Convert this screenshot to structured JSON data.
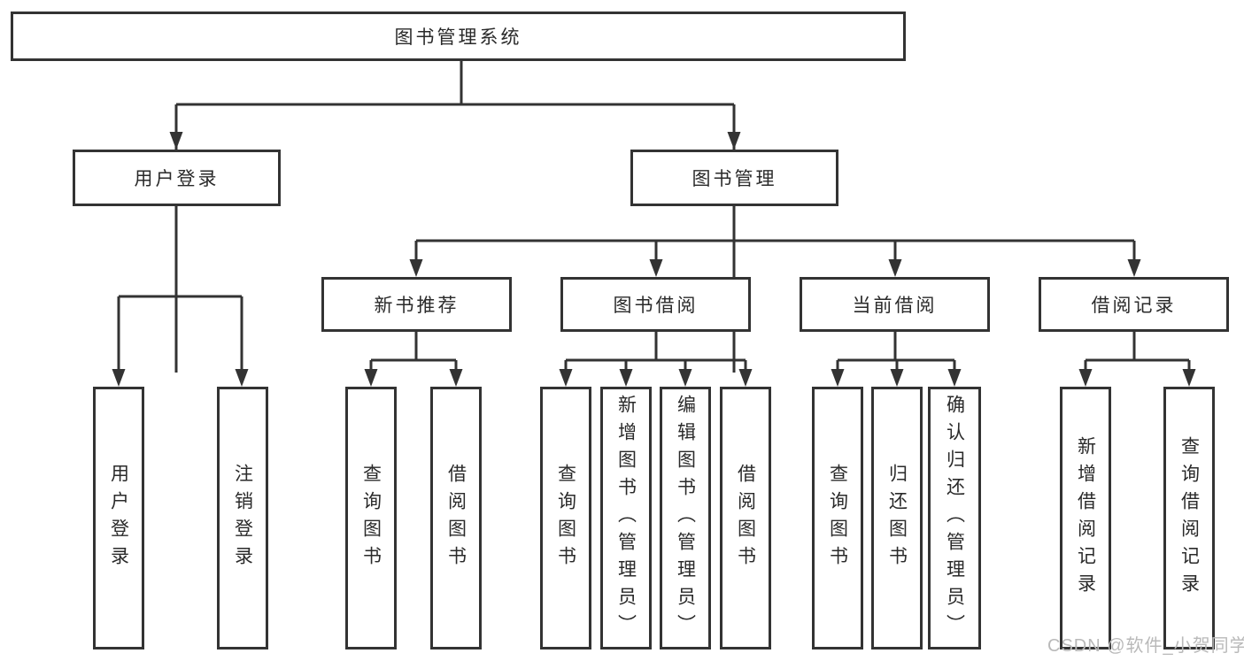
{
  "diagram_type": "hierarchy-tree",
  "colors": {
    "line": "#333333",
    "box_border": "#333333",
    "box_fill": "#ffffff",
    "text": "#2a2a2a",
    "watermark": "#b9b9b9",
    "background": "#ffffff"
  },
  "tree": {
    "root": "图书管理系统",
    "user_login": {
      "label": "用户登录",
      "children": {
        "login": "用户登录",
        "logout": "注销登录"
      }
    },
    "book_mgmt": {
      "label": "图书管理",
      "new_book": {
        "label": "新书推荐",
        "children": {
          "query": "查询图书",
          "borrow": "借阅图书"
        }
      },
      "borrow": {
        "label": "图书借阅",
        "children": {
          "query": "查询图书",
          "add": "新增图书（管理员）",
          "edit": "编辑图书（管理员）",
          "borrow": "借阅图书"
        }
      },
      "current": {
        "label": "当前借阅",
        "children": {
          "query": "查询图书",
          "return_book": "归还图书",
          "confirm": "确认归还（管理员）"
        }
      },
      "record": {
        "label": "借阅记录",
        "children": {
          "add": "新增借阅记录",
          "query": "查询借阅记录"
        }
      }
    }
  },
  "watermark": {
    "text": "CSDN @软件_小贺同学"
  }
}
